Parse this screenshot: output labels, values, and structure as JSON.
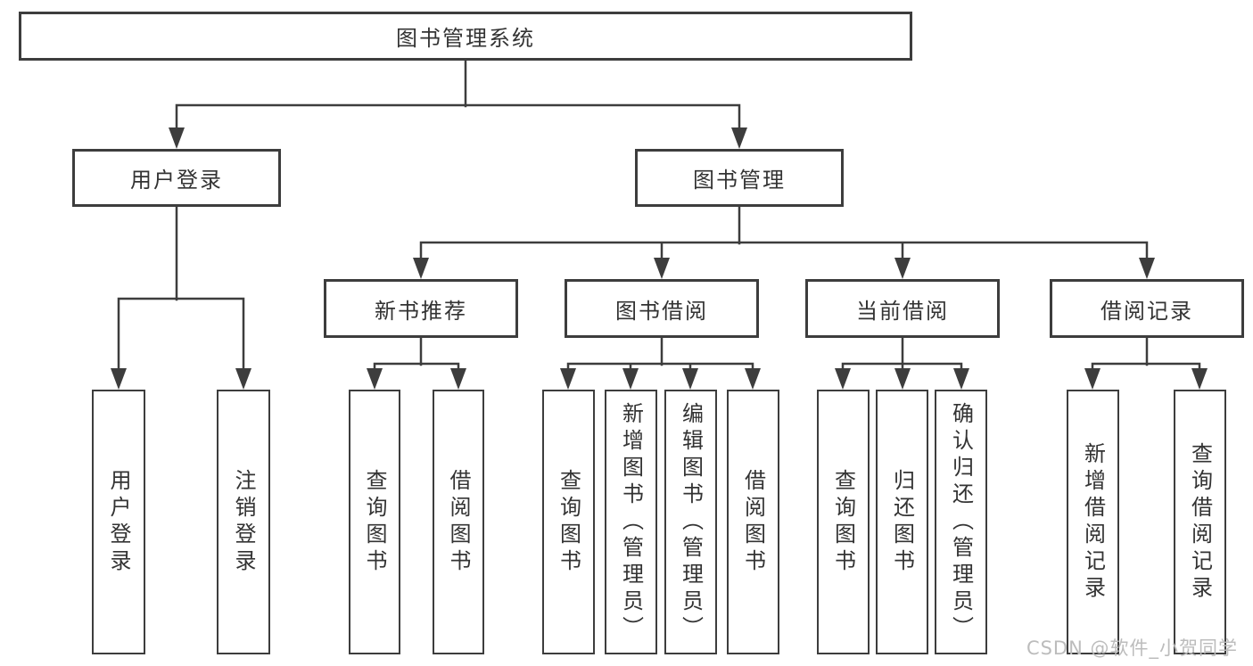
{
  "colors": {
    "line": "#3d3d3d",
    "box_border": "#3d3d3d",
    "text": "#333333",
    "watermark": "#bcbcbc"
  },
  "watermark": {
    "text": "CSDN @软件_小贺同学"
  },
  "tree": {
    "root": "图书管理系统",
    "branches": [
      {
        "label": "用户登录",
        "children": [
          "用户登录",
          "注销登录"
        ]
      },
      {
        "label": "图书管理",
        "sections": [
          {
            "label": "新书推荐",
            "children": [
              "查询图书",
              "借阅图书"
            ]
          },
          {
            "label": "图书借阅",
            "children": [
              "查询图书",
              "新增图书（管理员）",
              "编辑图书（管理员）",
              "借阅图书"
            ]
          },
          {
            "label": "当前借阅",
            "children": [
              "查询图书",
              "归还图书",
              "确认归还（管理员）"
            ]
          },
          {
            "label": "借阅记录",
            "children": [
              "新增借阅记录",
              "查询借阅记录"
            ]
          }
        ]
      }
    ]
  }
}
